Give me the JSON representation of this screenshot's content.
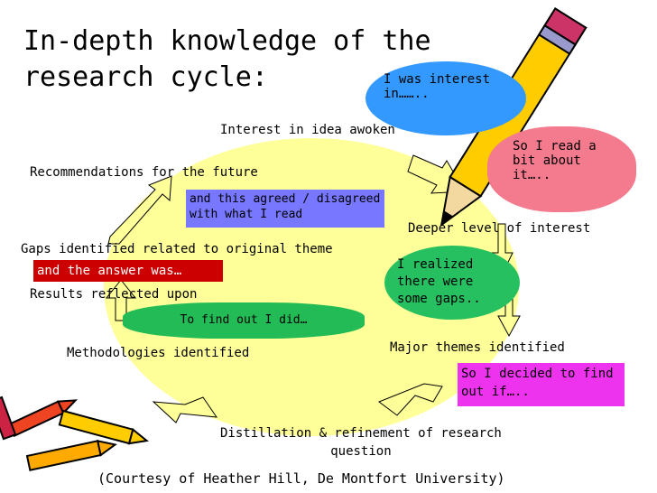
{
  "title": "In-depth knowledge of the\nresearch cycle:",
  "stages": {
    "interest": "Interest in idea awoken",
    "deeper": "Deeper level of interest",
    "themes": "Major themes identified",
    "distillation": "Distillation & refinement  of research\nquestion",
    "methodologies": "Methodologies identified",
    "results": "Results reflected upon",
    "gaps": "Gaps identified related to original theme",
    "recommendations": "Recommendations for the future"
  },
  "callouts": {
    "interested": "I was interest\nin……..",
    "read_a_bit": "So I read a\nbit about\nit…..",
    "realized": "I realized\nthere were\nsome gaps..",
    "decided": "So I decided to find\nout if…..",
    "find_out": "To find out I did…",
    "answer": "and the answer was…",
    "agreed": "and this agreed / disagreed\nwith  what I read"
  },
  "credit": "(Courtesy of Heather Hill, De Montfort University)",
  "colors": {
    "ellipse": "#ffff99",
    "blue": "#3399ff",
    "pink": "#f47a8e",
    "green": "#22bb55",
    "red": "#cc0000",
    "violet": "#7777ff",
    "magenta": "#ee33ee"
  }
}
